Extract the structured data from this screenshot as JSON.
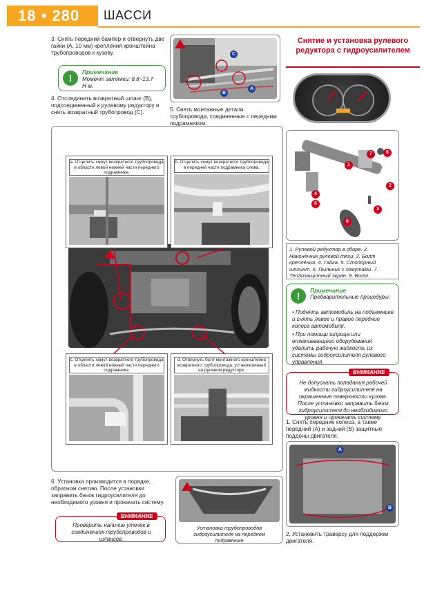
{
  "header": {
    "page_number": "18 • 280",
    "section": "ШАССИ"
  },
  "left_col": {
    "step3": "3. Снять передний бампер и отвернуть две гайки (A, 10 мм) крепления кронштейна трубопроводов к кузову.",
    "note1": {
      "title": "Примечание",
      "body": "Момент затяжки: 8.8~13.7 Н·м."
    },
    "step4": "4. Отсоединить возвратный шланг (B), подсоединенный к рулевому редуктору и снять возвратный трубопровод (C)."
  },
  "mid_col": {
    "step5": "5. Снять монтажные детали трубопровода, соединенные с передним подрамником."
  },
  "photo_top": {
    "markers": [
      "C",
      "B",
      "A"
    ]
  },
  "inset_captions": {
    "a": "a. Отцепить хомут возвратного трубопровода в области левой нижней части переднего подрамника.",
    "b": "b. Отцепить хомут возвратного трубопровода в передней части подрамника слева.",
    "c": "c. Отцепить хомут возвратного трубопровода в области левой нижней части переднего подрамника.",
    "d": "d. Отвернуть болт монтажного кронштейна возвратного трубопровода, установленный на рулевом редукторе."
  },
  "right_col": {
    "section_title": "Снятие и установка рулевого редуктора с гидроусилителем",
    "parts_labels": [
      "1",
      "2",
      "3",
      "4",
      "5",
      "6",
      "7",
      "8"
    ],
    "parts_caption": "1. Рулевой редуктор в сборе. 2. Наконечник рулевой тяги. 3. Болт крепления. 4. Гайка. 5. Стопорный шплинт. 6. Пыльник с хомутами. 7. Теплозащитный экран. 8. Болт.",
    "note2": {
      "title": "Примечание",
      "intro": "Предварительные процедуры:",
      "bullet1": "• Поднять автомобиль на подъемнике и снять левое и правое передние колеса автомобиля.",
      "bullet2": "• При помощи шприца или откачивающего оборудования удалить рабочую жидкость из системы гидроусилителя рулевого управления."
    },
    "warning1": {
      "title": "ВНИМАНИЕ",
      "body": "Не допускать попадания рабочей жидкости гидроусилителя на окрашенные поверхности кузова. После установки заправить бачок гидроусилителя до необходимого уровня и прокачать систему."
    },
    "step1": "1. Снять передние колеса, а также передний (A) и задний (B) защитные поддоны двигателя.",
    "step1_markers": [
      "A",
      "B"
    ],
    "step2": "2. Установить траверсу для поддержки двигателя."
  },
  "bottom": {
    "step6": "6. Установка производится в порядке, обратном снятию. После установки заправить бачок гидроусилителя до необходимого уровня и прокачать систему.",
    "warning2": {
      "title": "ВНИМАНИЕ",
      "body": "Проверить наличие утечек в соединениях трубопроводов и шлангов."
    },
    "photo_caption": "Установка трубопроводов гидроусилителя на переднем подрамнике"
  },
  "colors": {
    "accent_orange": "#f5a623",
    "note_green": "#3a9a3a",
    "warn_red": "#d0021b",
    "marker_blue": "#1f3f9f"
  }
}
